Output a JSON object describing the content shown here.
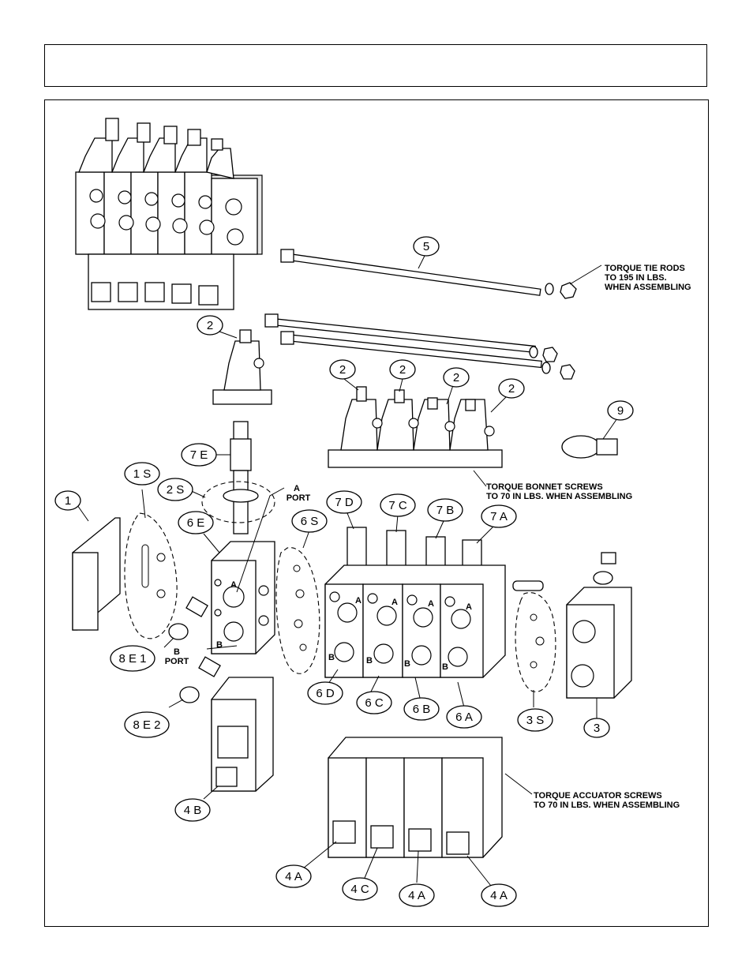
{
  "header": {
    "title": ""
  },
  "callouts": {
    "c5": "5",
    "c2_top": "2",
    "c2a": "2",
    "c2b": "2",
    "c2c": "2",
    "c2d": "2",
    "c9": "9",
    "c7e": "7 E",
    "c1s": "1 S",
    "c2s": "2 S",
    "c1": "1",
    "c6e": "6 E",
    "c6s": "6 S",
    "c7d": "7 D",
    "c7c": "7 C",
    "c7b": "7 B",
    "c7a": "7 A",
    "c8e1": "8 E 1",
    "c8e2": "8 E 2",
    "c4b": "4 B",
    "c6d": "6 D",
    "c6c": "6 C",
    "c6b": "6 B",
    "c6a": "6 A",
    "c3s": "3 S",
    "c3": "3",
    "c4a_1": "4 A",
    "c4c": "4 C",
    "c4a_2": "4 A",
    "c4a_3": "4 A"
  },
  "notes": {
    "tie_rods_1": "TORQUE TIE RODS",
    "tie_rods_2": "TO 195 IN LBS.",
    "tie_rods_3": "WHEN ASSEMBLING",
    "bonnet_1": "TORQUE BONNET SCREWS",
    "bonnet_2": "TO 70 IN LBS. WHEN ASSEMBLING",
    "actuator_1": "TORQUE ACCUATOR SCREWS",
    "actuator_2": "TO 70 IN LBS. WHEN ASSEMBLING"
  },
  "ports": {
    "a_port_1": "A",
    "a_port_2": "PORT",
    "b_port_1": "B",
    "b_port_2": "PORT",
    "a": "A",
    "b": "B"
  }
}
